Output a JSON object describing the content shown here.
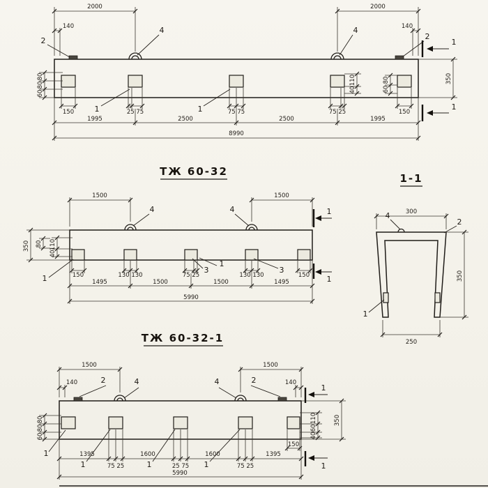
{
  "sheet": {
    "background": "#f6f4ee",
    "ink": "#1f1c18"
  },
  "marks": {
    "item1": "1",
    "item2": "2",
    "item3": "3",
    "item4": "4"
  },
  "top_view": {
    "d2000l": "2000",
    "d2000r": "2000",
    "d140l": "140",
    "d140r": "140",
    "h350": "350",
    "left_stack": [
      "80",
      "80",
      "60"
    ],
    "right_stack": [
      "80",
      "60"
    ],
    "p4_stack": [
      "110",
      "40"
    ],
    "row1": [
      "150",
      "25 75",
      "75 75",
      "75 25",
      "150"
    ],
    "row2": [
      "1995",
      "2500",
      "2500",
      "1995"
    ],
    "total": "8990"
  },
  "mid_view": {
    "title": "ТЖ 60-32",
    "d1500l": "1500",
    "d1500r": "1500",
    "h350": "350",
    "left_stack": [
      "80",
      "110",
      "40"
    ],
    "row1": [
      "150",
      "130 130",
      "75 25",
      "130 130",
      "150"
    ],
    "row2": [
      "1495",
      "1500",
      "1500",
      "1495"
    ],
    "total": "5990"
  },
  "section_view": {
    "title": "1-1",
    "w_top": "300",
    "h350": "350",
    "w_bot": "250"
  },
  "bottom_view": {
    "title": "ТЖ 60-32-1",
    "d1500l": "1500",
    "d1500r": "1500",
    "d140l": "140",
    "d140r": "140",
    "left_stack": [
      "80",
      "80",
      "60"
    ],
    "h350": "350",
    "right_stack": [
      "110",
      "60",
      "40"
    ],
    "d150r": "150",
    "row1": [
      "1395",
      "1600",
      "1600",
      "1395"
    ],
    "pairs": [
      "75 25",
      "25 75",
      "75 25"
    ],
    "total": "5990"
  }
}
